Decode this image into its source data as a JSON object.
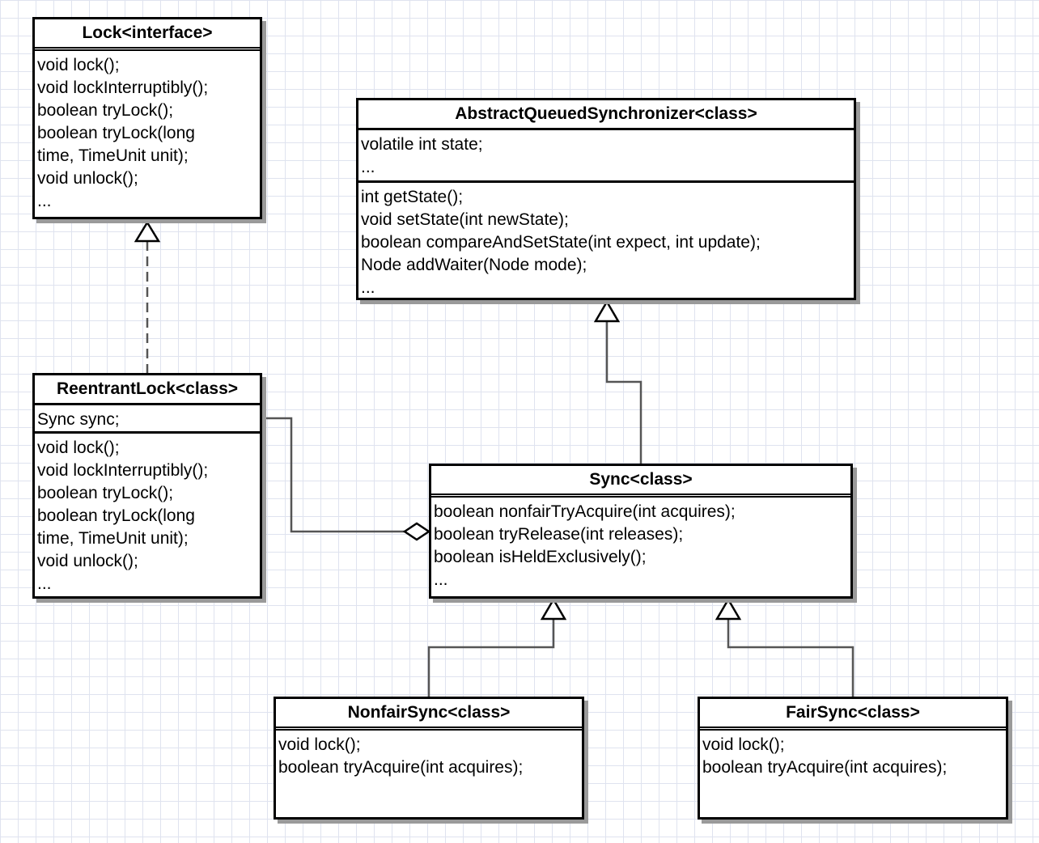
{
  "classes": {
    "lock": {
      "title": "Lock<interface>",
      "methods": [
        "void lock();",
        "void lockInterruptibly();",
        "boolean tryLock();",
        "boolean tryLock(long",
        "time, TimeUnit unit);",
        "void unlock();",
        "..."
      ]
    },
    "aqs": {
      "title": "AbstractQueuedSynchronizer<class>",
      "fields": [
        "volatile int state;",
        "..."
      ],
      "methods": [
        "int getState();",
        "void setState(int newState);",
        "boolean compareAndSetState(int expect, int update);",
        "Node addWaiter(Node mode);",
        "..."
      ]
    },
    "reentrant": {
      "title": "ReentrantLock<class>",
      "fields": [
        "Sync sync;"
      ],
      "methods": [
        "void lock();",
        "void lockInterruptibly();",
        "boolean tryLock();",
        "boolean tryLock(long",
        "time, TimeUnit unit);",
        "void unlock();",
        "..."
      ]
    },
    "sync": {
      "title": "Sync<class>",
      "methods": [
        "boolean nonfairTryAcquire(int acquires);",
        "boolean tryRelease(int releases);",
        "boolean isHeldExclusively();",
        "..."
      ]
    },
    "nonfair": {
      "title": "NonfairSync<class>",
      "methods": [
        "void lock();",
        "boolean tryAcquire(int acquires);"
      ]
    },
    "fair": {
      "title": "FairSync<class>",
      "methods": [
        "void lock();",
        "boolean tryAcquire(int acquires);"
      ]
    }
  },
  "relations": [
    {
      "type": "realization",
      "from": "ReentrantLock<class>",
      "to": "Lock<interface>"
    },
    {
      "type": "generalization",
      "from": "Sync<class>",
      "to": "AbstractQueuedSynchronizer<class>"
    },
    {
      "type": "generalization",
      "from": "NonfairSync<class>",
      "to": "Sync<class>"
    },
    {
      "type": "generalization",
      "from": "FairSync<class>",
      "to": "Sync<class>"
    },
    {
      "type": "aggregation",
      "from": "Sync<class>",
      "to": "ReentrantLock<class>"
    }
  ]
}
